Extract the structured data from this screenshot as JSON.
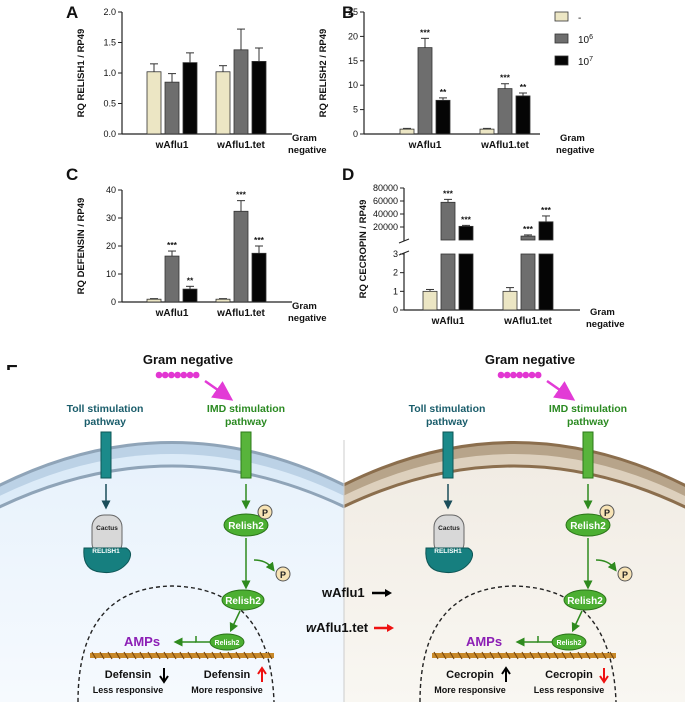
{
  "legend": [
    {
      "label": "-",
      "color": "#ece6c4"
    },
    {
      "label": "10",
      "sup": "6",
      "color": "#6e6e6e"
    },
    {
      "label": "10",
      "sup": "7",
      "color": "#050505"
    }
  ],
  "chart_data": [
    {
      "panel": "A",
      "type": "bar",
      "ylabel": "RQ RELISH1 / RP49",
      "xlabel": "Gram\nnegative",
      "categories": [
        "wAflu1",
        "wAflu1.tet"
      ],
      "ylim": [
        0,
        2.0
      ],
      "yticks": [
        "0.0",
        "0.5",
        "1.0",
        "1.5",
        "2.0"
      ],
      "series": [
        {
          "legend": 0,
          "values": [
            1.02,
            1.02
          ],
          "err": [
            0.13,
            0.1
          ],
          "stars": [
            "",
            ""
          ]
        },
        {
          "legend": 1,
          "values": [
            0.85,
            1.38
          ],
          "err": [
            0.14,
            0.34
          ],
          "stars": [
            "",
            ""
          ]
        },
        {
          "legend": 2,
          "values": [
            1.17,
            1.19
          ],
          "err": [
            0.16,
            0.22
          ],
          "stars": [
            "",
            ""
          ]
        }
      ]
    },
    {
      "panel": "B",
      "type": "bar",
      "ylabel": "RQ RELISH2 / RP49",
      "xlabel": "Gram\nnegative",
      "categories": [
        "wAflu1",
        "wAflu1.tet"
      ],
      "ylim": [
        0,
        25
      ],
      "yticks": [
        "0",
        "5",
        "10",
        "15",
        "20",
        "25"
      ],
      "series": [
        {
          "legend": 0,
          "values": [
            1.0,
            1.0
          ],
          "err": [
            0.15,
            0.15
          ],
          "stars": [
            "",
            ""
          ]
        },
        {
          "legend": 1,
          "values": [
            17.7,
            9.3
          ],
          "err": [
            1.9,
            1.0
          ],
          "stars": [
            "***",
            "***"
          ]
        },
        {
          "legend": 2,
          "values": [
            6.9,
            7.8
          ],
          "err": [
            0.5,
            0.6
          ],
          "stars": [
            "**",
            "**"
          ]
        }
      ]
    },
    {
      "panel": "C",
      "type": "bar",
      "ylabel": "RQ DEFENSIN / RP49",
      "xlabel": "Gram\nnegative",
      "categories": [
        "wAflu1",
        "wAflu1.tet"
      ],
      "ylim": [
        0,
        40
      ],
      "yticks": [
        "0",
        "10",
        "20",
        "30",
        "40"
      ],
      "series": [
        {
          "legend": 0,
          "values": [
            1.0,
            1.0
          ],
          "err": [
            0.2,
            0.2
          ],
          "stars": [
            "",
            ""
          ]
        },
        {
          "legend": 1,
          "values": [
            16.4,
            32.4
          ],
          "err": [
            1.8,
            3.8
          ],
          "stars": [
            "***",
            "***"
          ]
        },
        {
          "legend": 2,
          "values": [
            4.6,
            17.4
          ],
          "err": [
            1.0,
            2.6
          ],
          "stars": [
            "**",
            "***"
          ]
        }
      ]
    },
    {
      "panel": "D",
      "type": "bar",
      "ylabel": "RQ CECROPIN / RP49",
      "xlabel": "Gram\nnegative",
      "categories": [
        "wAflu1",
        "wAflu1.tet"
      ],
      "ylim_lower": [
        0,
        3
      ],
      "ylim_upper": [
        0,
        80000
      ],
      "yticks_lower": [
        "0",
        "1",
        "2",
        "3"
      ],
      "yticks_upper": [
        "20000",
        "40000",
        "60000",
        "80000"
      ],
      "series": [
        {
          "legend": 0,
          "values": [
            1.0,
            1.0
          ],
          "err": [
            0.1,
            0.2
          ],
          "stars": [
            "",
            ""
          ]
        },
        {
          "legend": 1,
          "values": [
            58000,
            6000
          ],
          "err": [
            4500,
            1800
          ],
          "stars": [
            "***",
            "***"
          ]
        },
        {
          "legend": 2,
          "values": [
            21000,
            28000
          ],
          "err": [
            1500,
            9000
          ],
          "stars": [
            "***",
            "***"
          ]
        }
      ]
    }
  ],
  "diagram": {
    "letter": "E",
    "gram_negative": "Gram negative",
    "toll_label": "Toll stimulation\npathway",
    "imd_label": "IMD stimulation\npathway",
    "cactus": "Cactus",
    "relish1": "RELISH1",
    "relish2": "Relish2",
    "p": "P",
    "amps": "AMPs",
    "left_gene": "Defensin",
    "left_down_note": "Less responsive",
    "left_up_note": "More responsive",
    "right_gene": "Cecropin",
    "right_up_note": "More responsive",
    "right_down_note": "Less responsive",
    "legend_black": "wAflu1",
    "legend_red_prefix": "w",
    "legend_red_rest": "Aflu1.tet"
  }
}
